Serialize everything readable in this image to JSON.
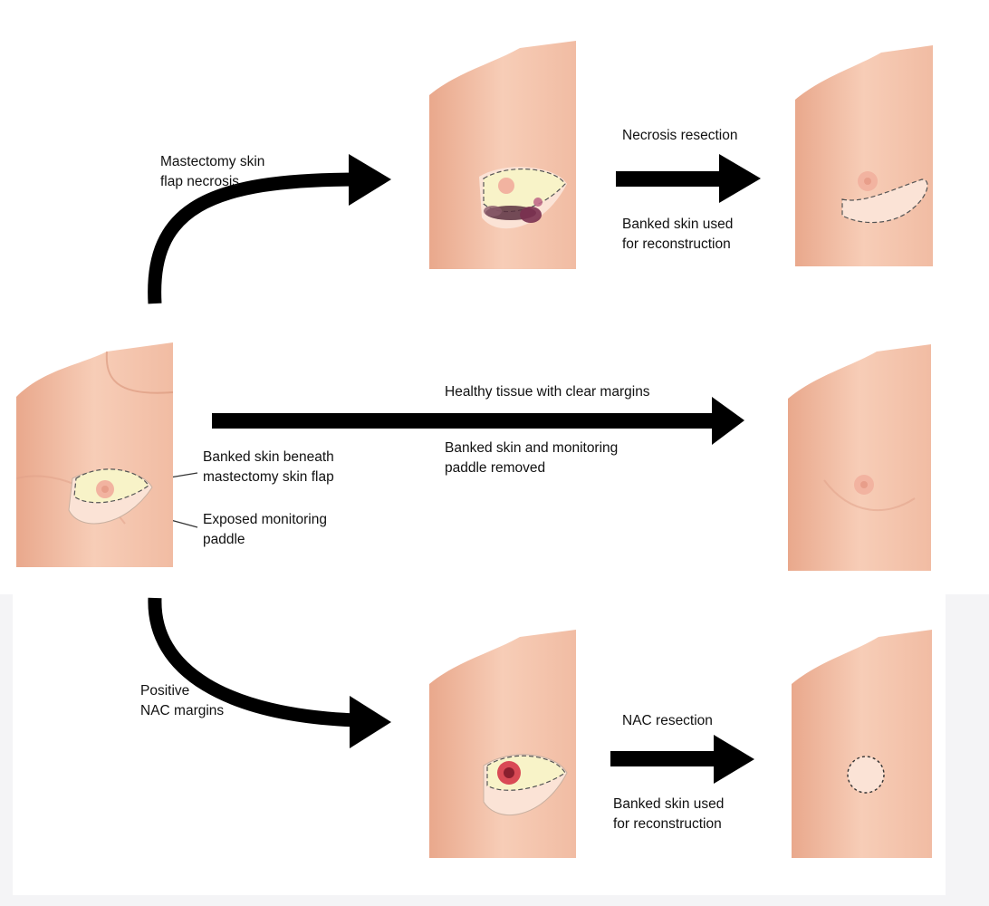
{
  "colors": {
    "skin": "#f6c9b2",
    "skin_shade": "#e9a98d",
    "skin_light": "#fde2d2",
    "banked_skin": "#f8f3c8",
    "paddle": "#fbe3d6",
    "nipple": "#f2b3a0",
    "necrosis": "#5a2f3f",
    "arrow": "#000000"
  },
  "labels": {
    "top_arrow": "Mastectomy skin\nflap necrosis",
    "necrosis_resection": "Necrosis resection",
    "top_banked": "Banked skin used\nfor reconstruction",
    "middle_healthy": "Healthy tissue with clear margins",
    "middle_removed": "Banked skin and monitoring\npaddle removed",
    "left_banked": "Banked skin beneath\nmastectomy skin flap",
    "left_paddle": "Exposed monitoring\npaddle",
    "bottom_arrow": "Positive\nNAC margins",
    "nac_resection": "NAC resection",
    "bottom_banked": "Banked skin used\nfor reconstruction"
  }
}
